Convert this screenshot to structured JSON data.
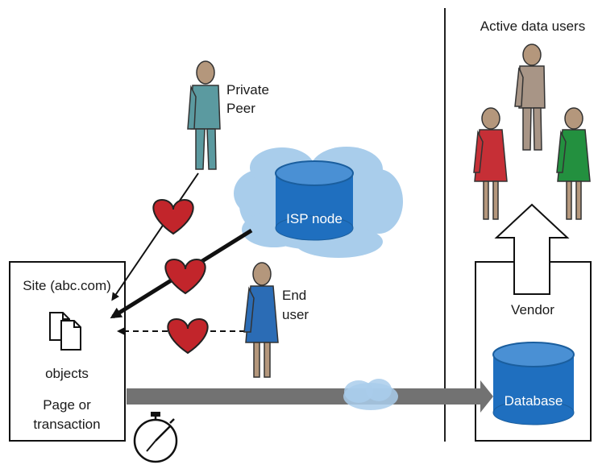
{
  "labels": {
    "active_data_users": "Active data users",
    "private_peer_line1": "Private",
    "private_peer_line2": "Peer",
    "isp_node": "ISP node",
    "site": "Site (abc.com)",
    "end_user_line1": "End",
    "end_user_line2": "user",
    "vendor": "Vendor",
    "objects": "objects",
    "page_line1": "Page or",
    "page_line2": "transaction",
    "database": "Database"
  },
  "icons": {
    "heart": "heart-icon",
    "stopwatch": "stopwatch-icon",
    "documents": "documents-icon",
    "database": "database-icon",
    "cloud": "cloud-icon",
    "person": "person-icon"
  },
  "colors": {
    "peer": "#5b9aa0",
    "end_user": "#2b6cb5",
    "user_tan": "#a89586",
    "user_red": "#c62f36",
    "user_green": "#23903f",
    "skin": "#b4977c",
    "heart": "#c2252b",
    "cylinder": "#1f6fbf",
    "cloud": "#a9cdeb",
    "arrow_gray": "#727272"
  }
}
